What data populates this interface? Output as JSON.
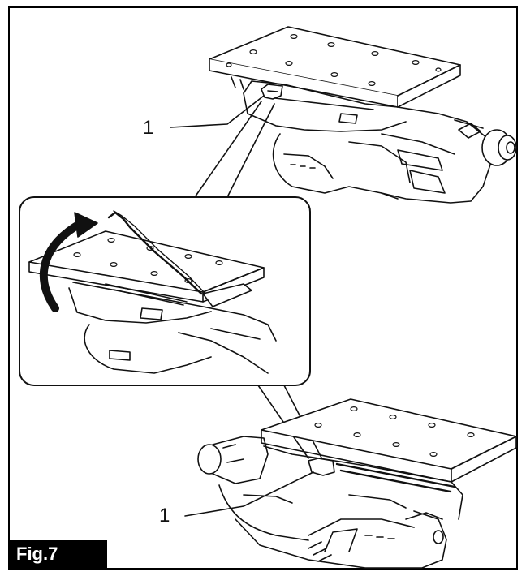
{
  "figure": {
    "label": "Fig.7"
  },
  "callouts": [
    {
      "text": "1"
    },
    {
      "text": "1"
    }
  ],
  "colors": {
    "ink": "#111111",
    "fill": "#ffffff",
    "tag_bg": "#000000",
    "tag_text": "#ffffff"
  }
}
